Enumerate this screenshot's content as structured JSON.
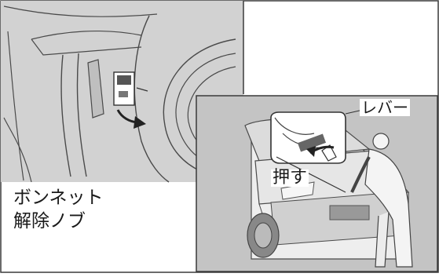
{
  "colors": {
    "left_panel_bg": "#d2d2d2",
    "right_panel_bg": "#c4c4c4",
    "frame": "#3a3a3a",
    "line_art": "#4a4a4a",
    "car_body": "#eeeeee"
  },
  "left_panel": {
    "release_knob_label": [
      "ボンネット",
      "解除ノブ"
    ]
  },
  "right_panel": {
    "lever_label": "レバー",
    "push_label": "押す"
  }
}
